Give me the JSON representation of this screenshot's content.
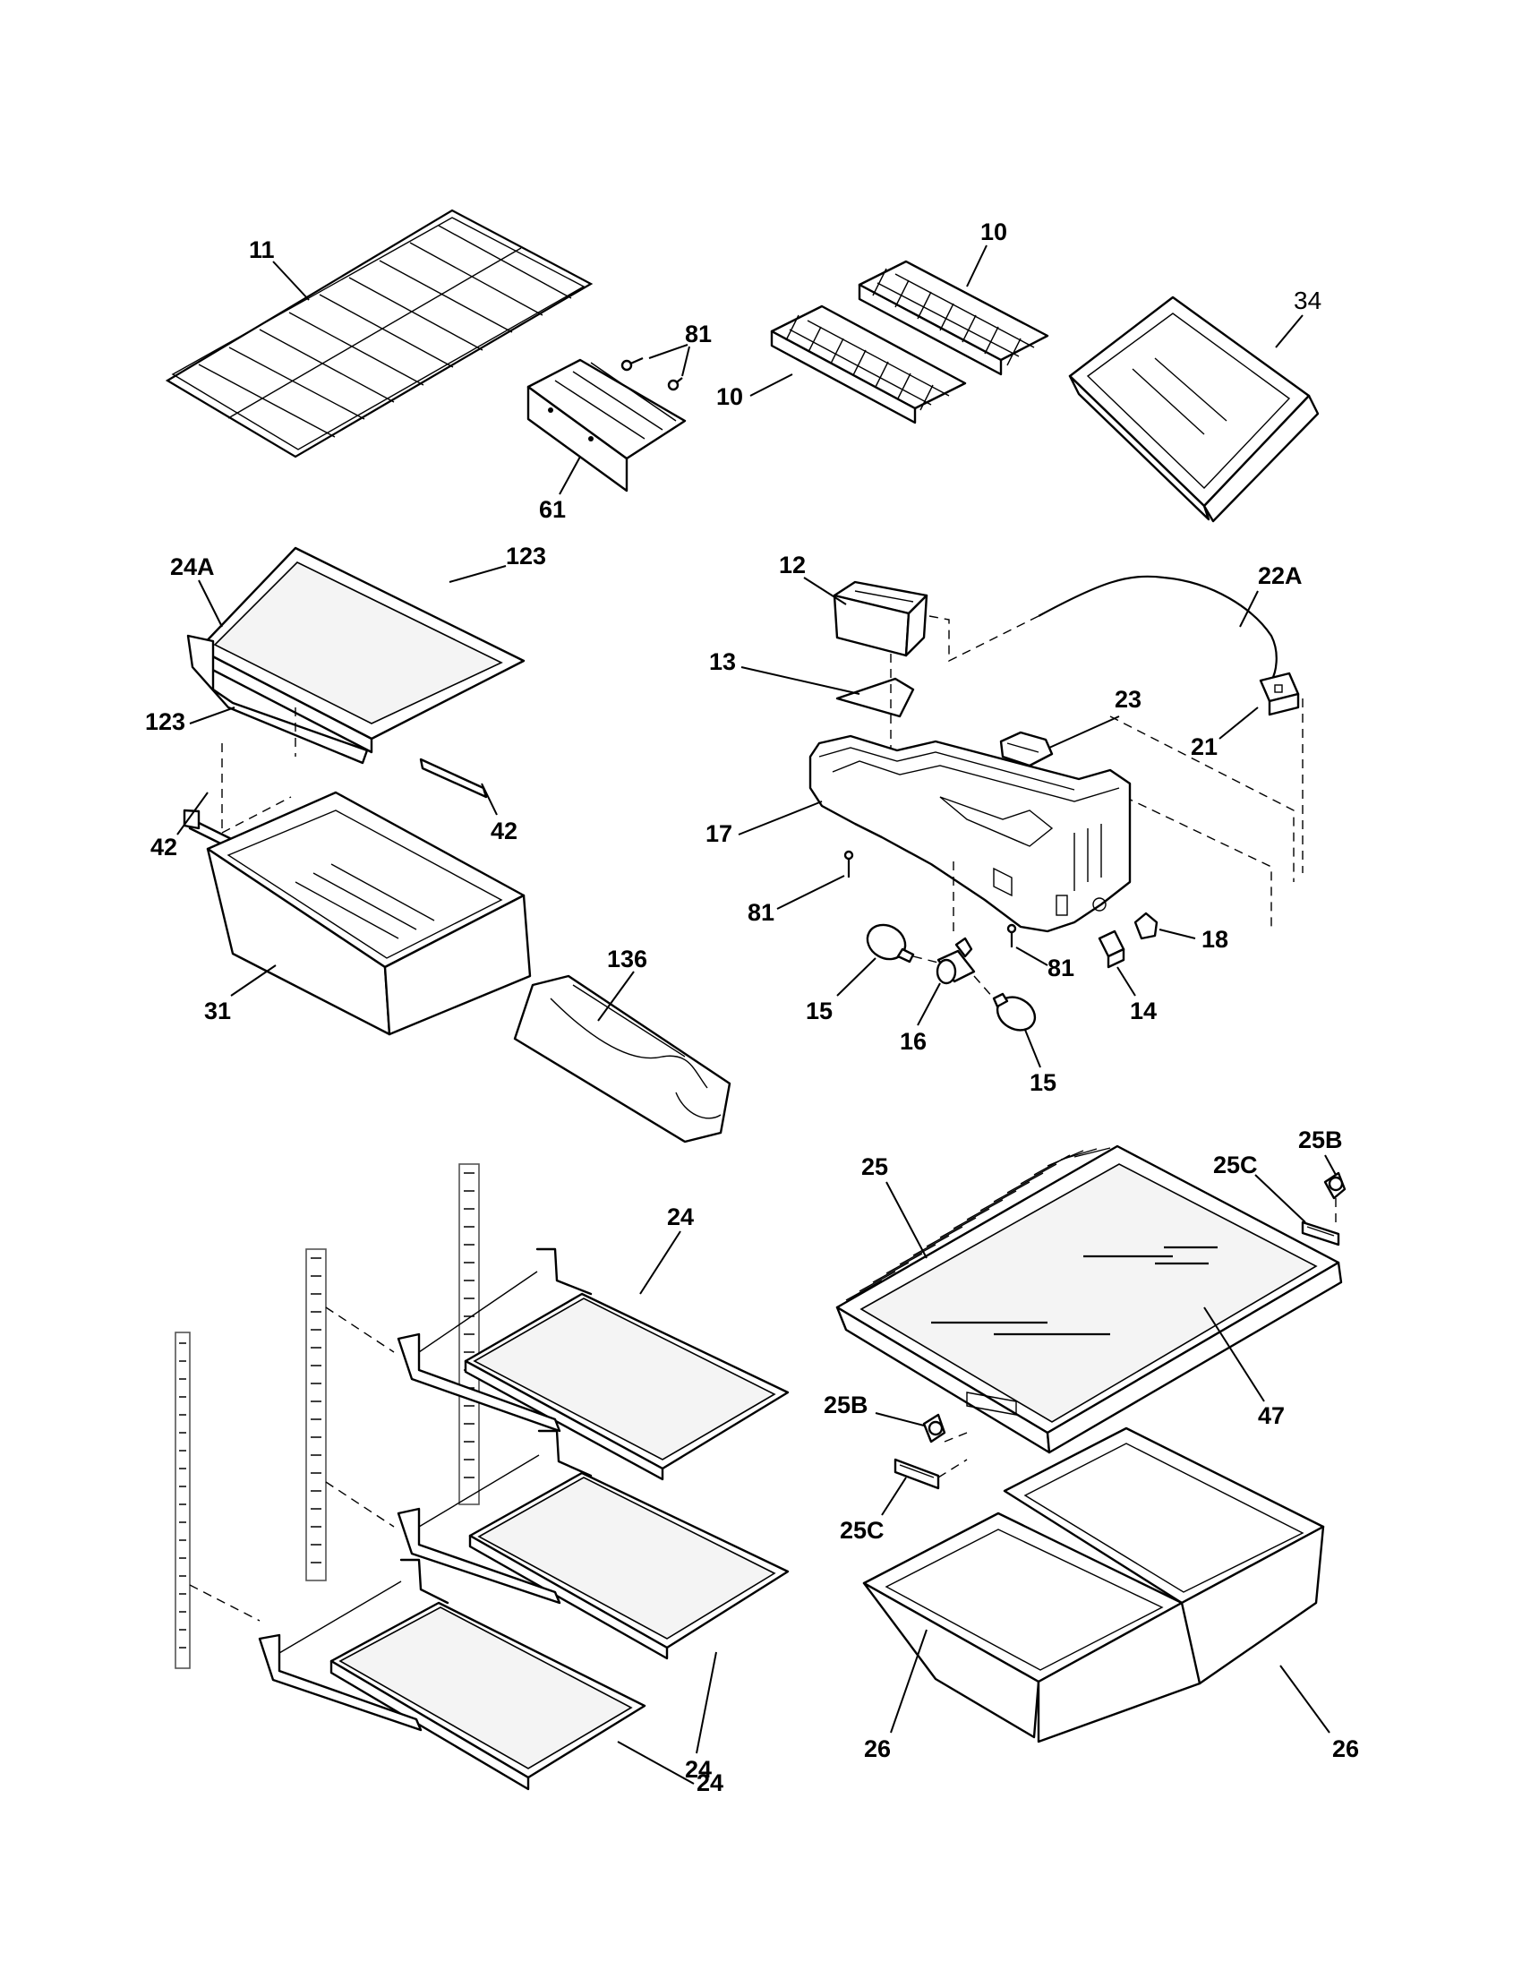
{
  "callouts": {
    "c11": "11",
    "c81a": "81",
    "c10a": "10",
    "c10b": "10",
    "c34": "34",
    "c61": "61",
    "c24A": "24A",
    "c123a": "123",
    "c123b": "123",
    "c42a": "42",
    "c42b": "42",
    "c31": "31",
    "c136": "136",
    "c12": "12",
    "c22A": "22A",
    "c13": "13",
    "c23": "23",
    "c21": "21",
    "c17": "17",
    "c81b": "81",
    "c81c": "81",
    "c18": "18",
    "c15a": "15",
    "c16": "16",
    "c14": "14",
    "c15b": "15",
    "c25": "25",
    "c25B_top": "25B",
    "c25C_top": "25C",
    "c24a": "24",
    "c47": "47",
    "c25B_bot": "25B",
    "c25C_bot": "25C",
    "c26a": "26",
    "c26b": "26",
    "c24b": "24",
    "c24c": "24"
  }
}
